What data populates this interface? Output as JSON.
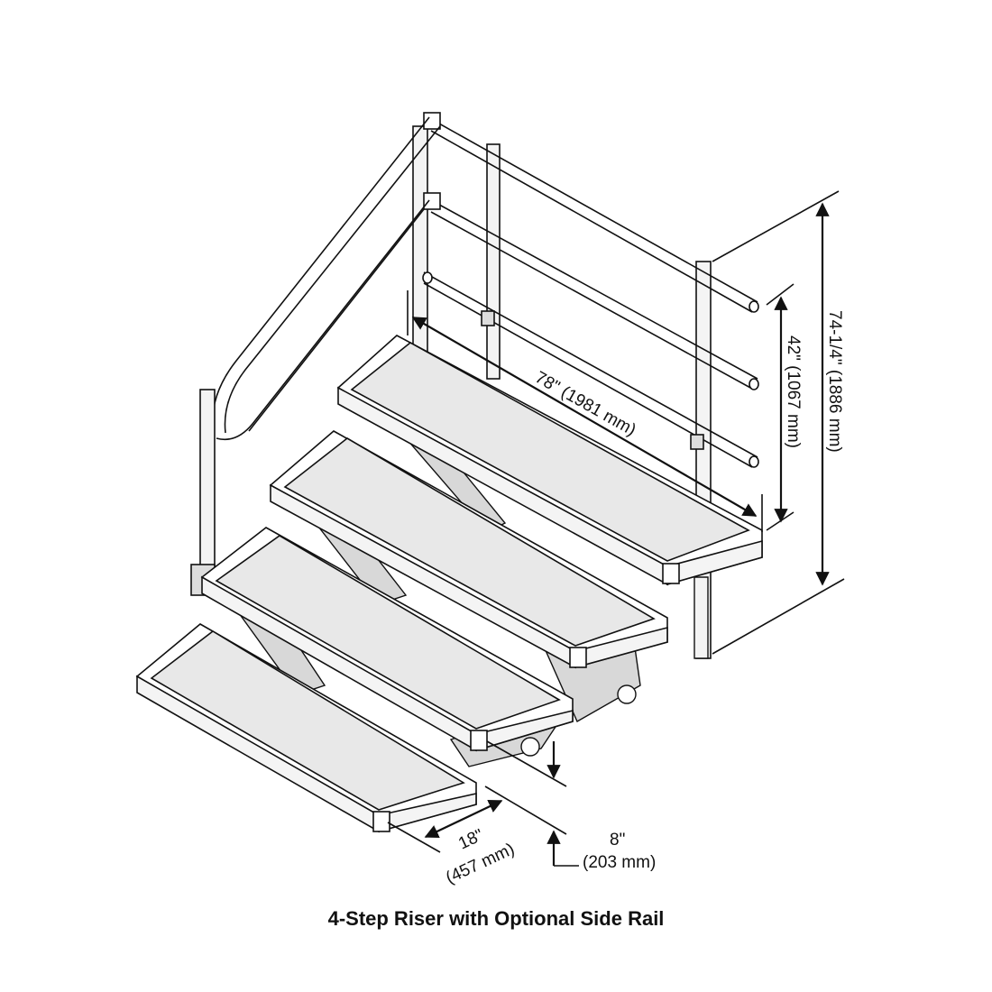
{
  "caption": "4-Step Riser with Optional Side Rail",
  "dimensions": {
    "width": "78\" (1981 mm)",
    "rail_height": "42\" (1067 mm)",
    "total_height": "74-1/4\" (1886 mm)",
    "depth_line1": "18\"",
    "depth_line2": "(457 mm)",
    "rise_line1": "8\"",
    "rise_line2": "(203 mm)"
  },
  "colors": {
    "line": "#111111",
    "fill": "#ffffff",
    "tread": "#e8e8e8",
    "frame": "#d8d8d8"
  }
}
